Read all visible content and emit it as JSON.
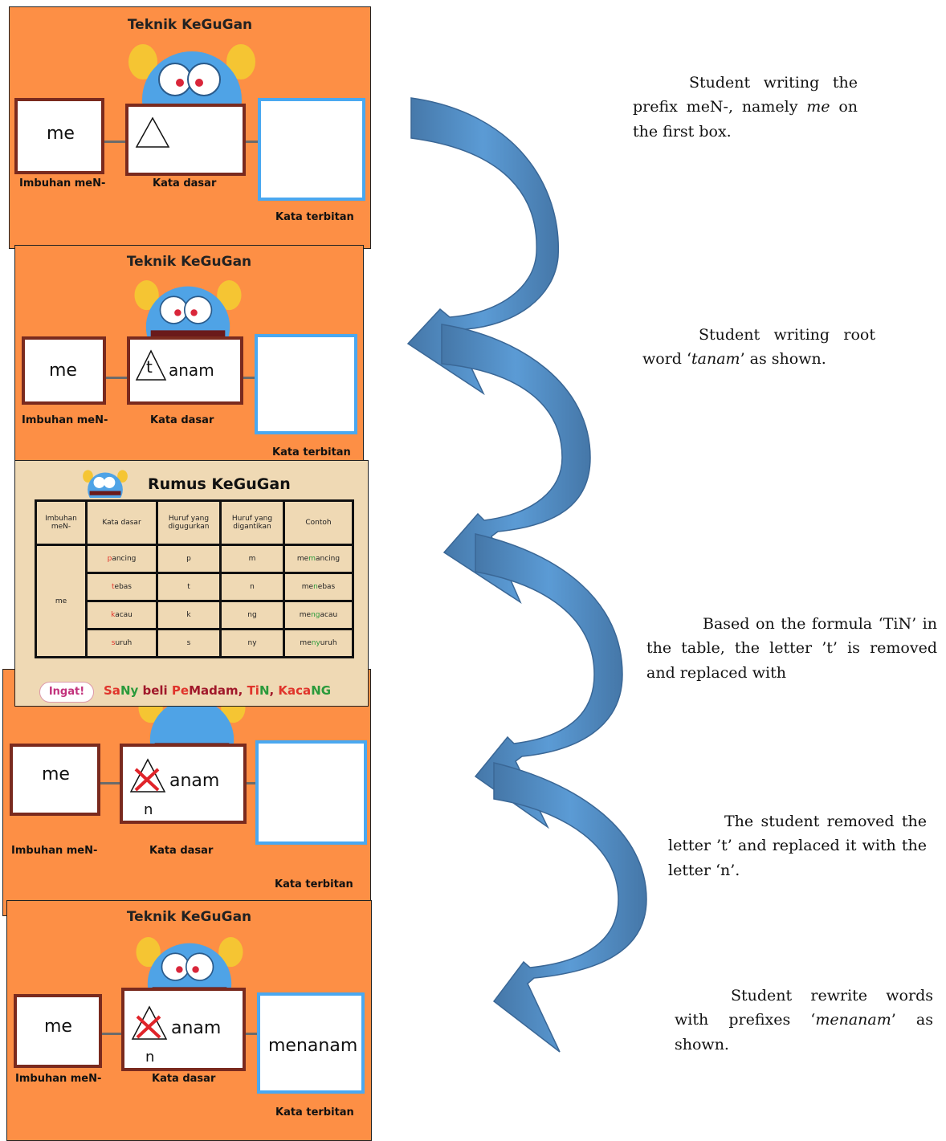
{
  "slides": [
    {
      "title": "Teknik KeGuGan",
      "prefix": "me",
      "root_rest": "",
      "replacement": "",
      "derived": "",
      "prefix_caption": "Imbuhan meN-",
      "root_caption": "Kata dasar",
      "derived_caption": "Kata terbitan"
    },
    {
      "title": "Teknik KeGuGan",
      "prefix": "me",
      "root_letter": "t",
      "root_rest": "anam",
      "replacement": "",
      "derived": "",
      "prefix_caption": "Imbuhan meN-",
      "root_caption": "Kata dasar",
      "derived_caption": "Kata terbitan"
    },
    {
      "title": "",
      "prefix": "me",
      "root_rest": "anam",
      "replacement": "n",
      "derived": "",
      "prefix_caption": "Imbuhan meN-",
      "root_caption": "Kata dasar",
      "derived_caption": "Kata terbitan"
    },
    {
      "title": "Teknik KeGuGan",
      "prefix": "me",
      "root_rest": "anam",
      "replacement": "n",
      "derived": "menanam",
      "prefix_caption": "Imbuhan meN-",
      "root_caption": "Kata dasar",
      "derived_caption": "Kata terbitan"
    }
  ],
  "formula": {
    "title": "Rumus KeGuGan",
    "headers": [
      "Imbuhan meN-",
      "Kata dasar",
      "Huruf yang digugurkan",
      "Huruf yang digantikan",
      "Contoh"
    ],
    "prefix": "me",
    "rows": [
      {
        "first": "p",
        "rest": "ancing",
        "dropped": "p",
        "replaced": "m",
        "ex_pre": "me",
        "ex_mid": "m",
        "ex_post": "ancing"
      },
      {
        "first": "t",
        "rest": "ebas",
        "dropped": "t",
        "replaced": "n",
        "ex_pre": "me",
        "ex_mid": "n",
        "ex_post": "ebas"
      },
      {
        "first": "k",
        "rest": "acau",
        "dropped": "k",
        "replaced": "ng",
        "ex_pre": "me",
        "ex_mid": "ng",
        "ex_post": "acau"
      },
      {
        "first": "s",
        "rest": "uruh",
        "dropped": "s",
        "replaced": "ny",
        "ex_pre": "me",
        "ex_mid": "ny",
        "ex_post": "uruh"
      }
    ],
    "ingat": "Ingat!",
    "mnemonic": {
      "sa": "Sa",
      "ny": "Ny",
      "beli": " beli ",
      "pe": "Pe",
      "madam": "Madam, ",
      "ti": "Ti",
      "n": "N",
      "comma": ", ",
      "kaca": "Kaca",
      "ng": "NG"
    }
  },
  "descriptions": [
    {
      "pre": "Student writing the prefix meN-, namely ",
      "em": "me",
      "post": " on the first box."
    },
    {
      "pre": "Student writing root word ‘",
      "em": "tanam",
      "post": "’ as shown."
    },
    {
      "pre": "Based on the formula ‘TiN’ in the table, the letter ’t’ is removed and replaced with",
      "em": "",
      "post": ""
    },
    {
      "pre": "The student removed the letter ’t’ and replaced it with the letter ‘n’.",
      "em": "",
      "post": ""
    },
    {
      "pre": "Student rewrite words with prefixes ‘",
      "em": "menanam",
      "post": "’ as shown."
    }
  ],
  "colors": {
    "slide_bg": "#fd8f45",
    "formula_bg": "#efd9b4",
    "arrow_fill": "#5b9bd5",
    "arrow_dark": "#4577a8",
    "box_brown": "#7a2a1e",
    "box_blue": "#4aa8f0",
    "monster_blue": "#4fa3e6",
    "monster_horn": "#f5c533"
  }
}
